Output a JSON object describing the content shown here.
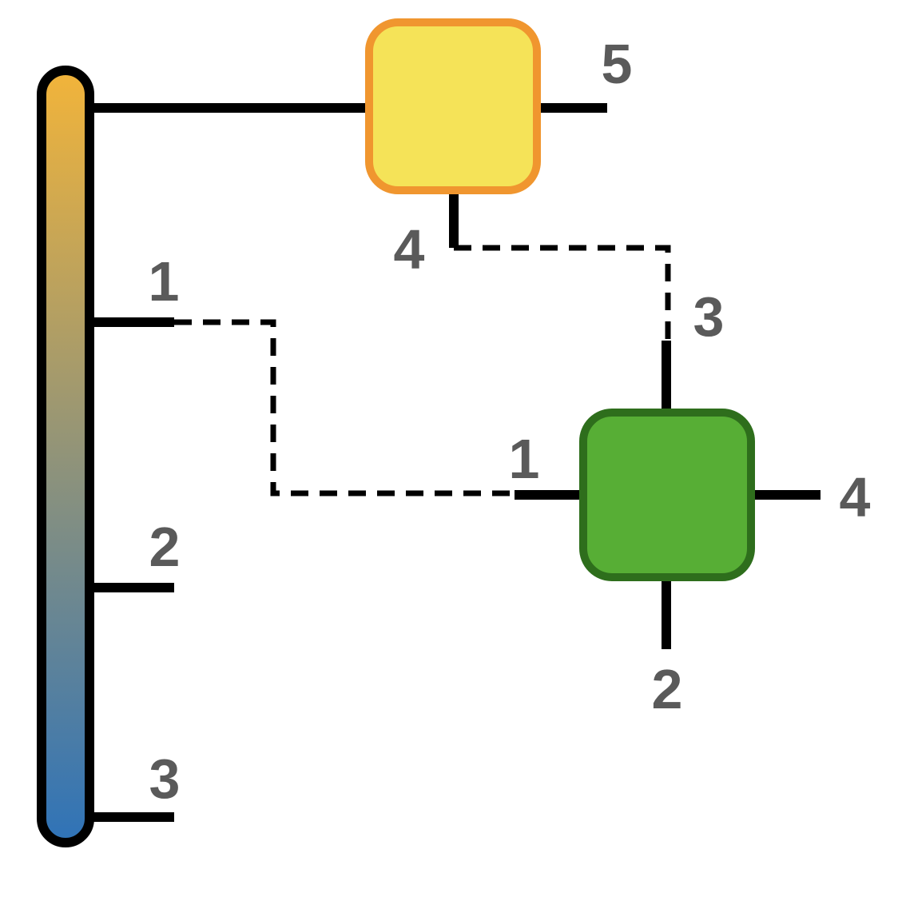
{
  "colors": {
    "wire": "#000000",
    "label": "#5a5a5a",
    "bar_gradient_top": "#f2b43a",
    "bar_gradient_bottom": "#2f73b8",
    "yellow_fill": "#f5e358",
    "yellow_stroke": "#f0962f",
    "green_fill": "#57ae35",
    "green_stroke": "#2e6e1c"
  },
  "vertical_bar": {
    "ports": [
      {
        "label": "1"
      },
      {
        "label": "2"
      },
      {
        "label": "3"
      }
    ]
  },
  "yellow_node": {
    "ports": [
      {
        "label": "4"
      },
      {
        "label": "5"
      }
    ]
  },
  "green_node": {
    "ports": [
      {
        "label": "1"
      },
      {
        "label": "2"
      },
      {
        "label": "3"
      },
      {
        "label": "4"
      }
    ]
  }
}
